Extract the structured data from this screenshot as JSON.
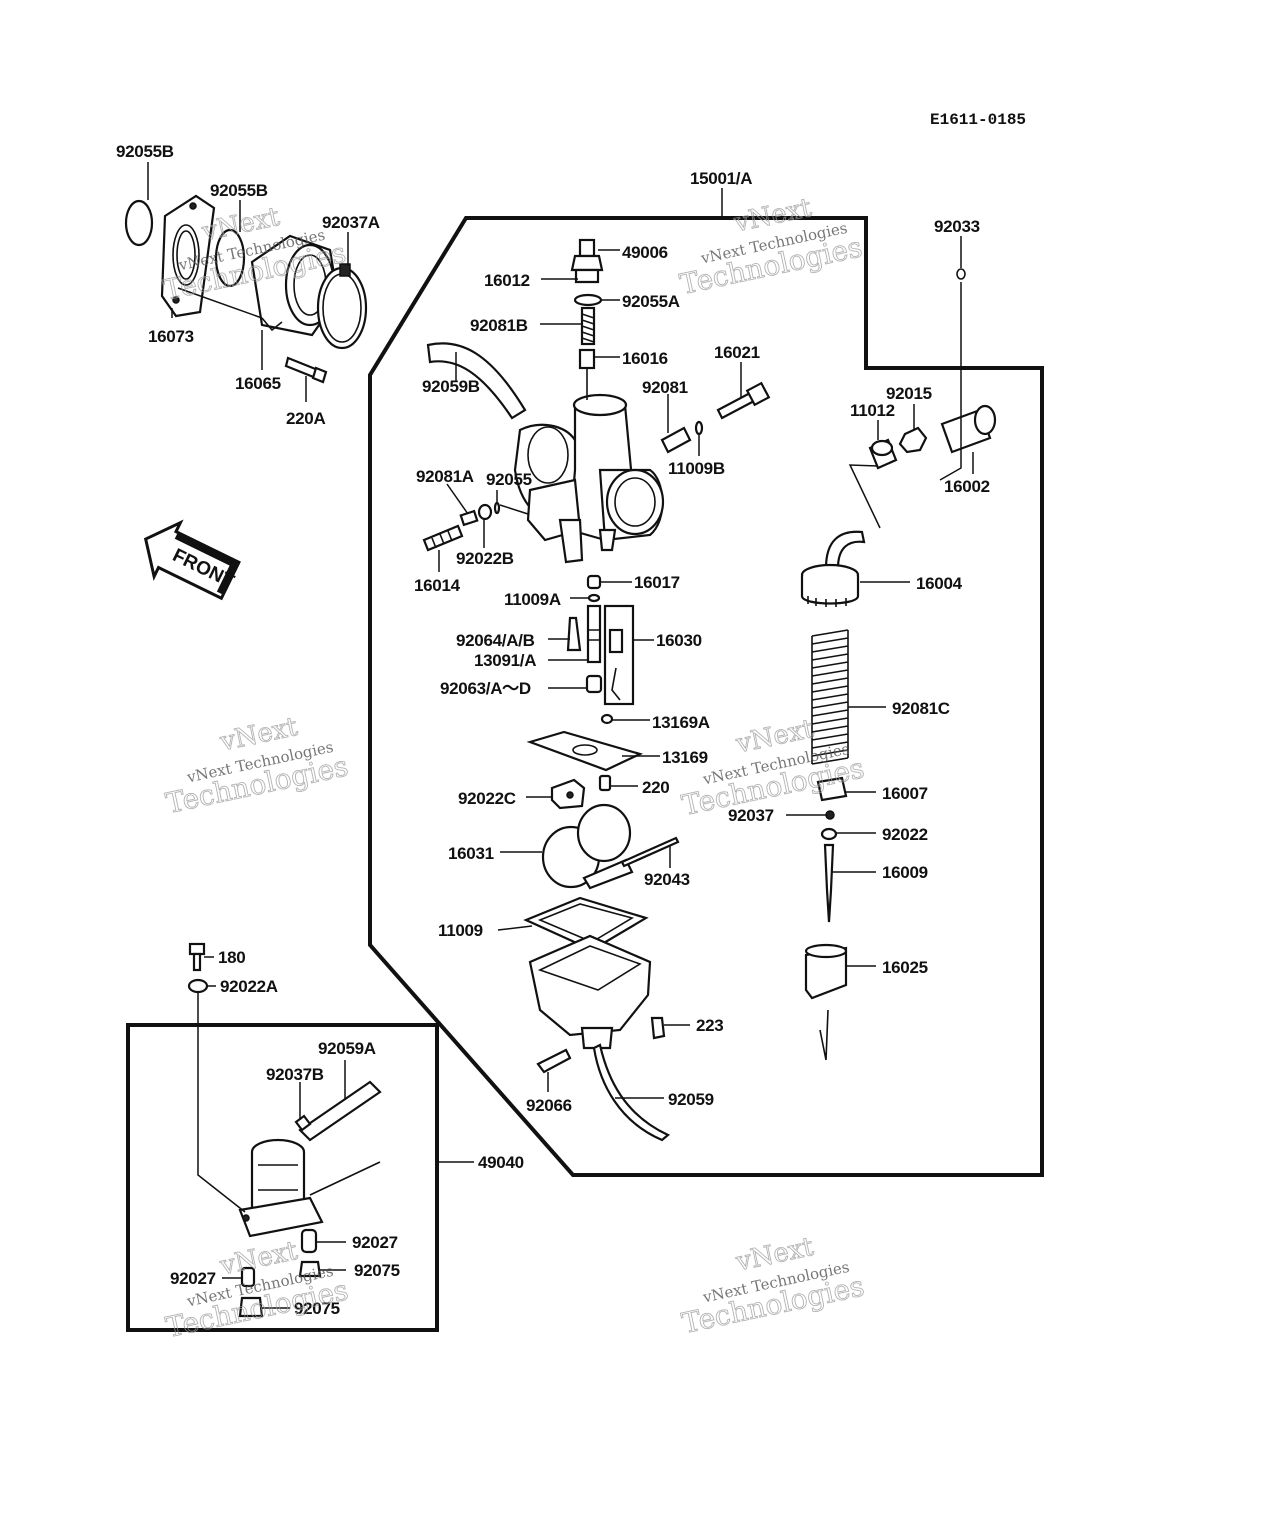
{
  "diagram_code": "E1611-0185",
  "front_label": "FRONT",
  "watermark": {
    "line1": "vNext",
    "line2": "vNext Technologies",
    "line3": "Technologies"
  },
  "parts": {
    "p15001A": "15001/A",
    "p49006": "49006",
    "p16012": "16012",
    "p92055A": "92055A",
    "p92081B": "92081B",
    "p16016": "16016",
    "p92059B": "92059B",
    "p16021": "16021",
    "p92081": "92081",
    "p11009B": "11009B",
    "p92081A": "92081A",
    "p92055": "92055",
    "p92022B": "92022B",
    "p16014": "16014",
    "p16017": "16017",
    "p11009A": "11009A",
    "p92064": "92064/A/B",
    "p16030": "16030",
    "p13091": "13091/A",
    "p92063": "92063/A～D",
    "p13169A": "13169A",
    "p13169": "13169",
    "p220": "220",
    "p92022C": "92022C",
    "p16031": "16031",
    "p92043": "92043",
    "p11009": "11009",
    "p223": "223",
    "p92066": "92066",
    "p92059": "92059",
    "p92055B_1": "92055B",
    "p92055B_2": "92055B",
    "p92037A": "92037A",
    "p16073": "16073",
    "p16065": "16065",
    "p220A": "220A",
    "p92033": "92033",
    "p92015": "92015",
    "p11012": "11012",
    "p16002": "16002",
    "p16004": "16004",
    "p92081C": "92081C",
    "p16007": "16007",
    "p92037": "92037",
    "p92022": "92022",
    "p16009": "16009",
    "p16025": "16025",
    "p180": "180",
    "p92022A": "92022A",
    "p92059A": "92059A",
    "p92037B": "92037B",
    "p49040": "49040",
    "p92027_1": "92027",
    "p92027_2": "92027",
    "p92075_1": "92075",
    "p92075_2": "92075"
  }
}
